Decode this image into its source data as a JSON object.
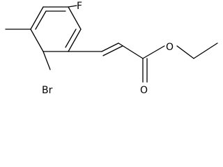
{
  "molecule": {
    "atom_labels": {
      "fluorine": "F",
      "bromine": "Br",
      "oxygen_carbonyl": "O",
      "oxygen_ester": "O"
    }
  },
  "colors": {
    "bond": "#000000",
    "label": "#000000",
    "background": "#ffffff"
  }
}
